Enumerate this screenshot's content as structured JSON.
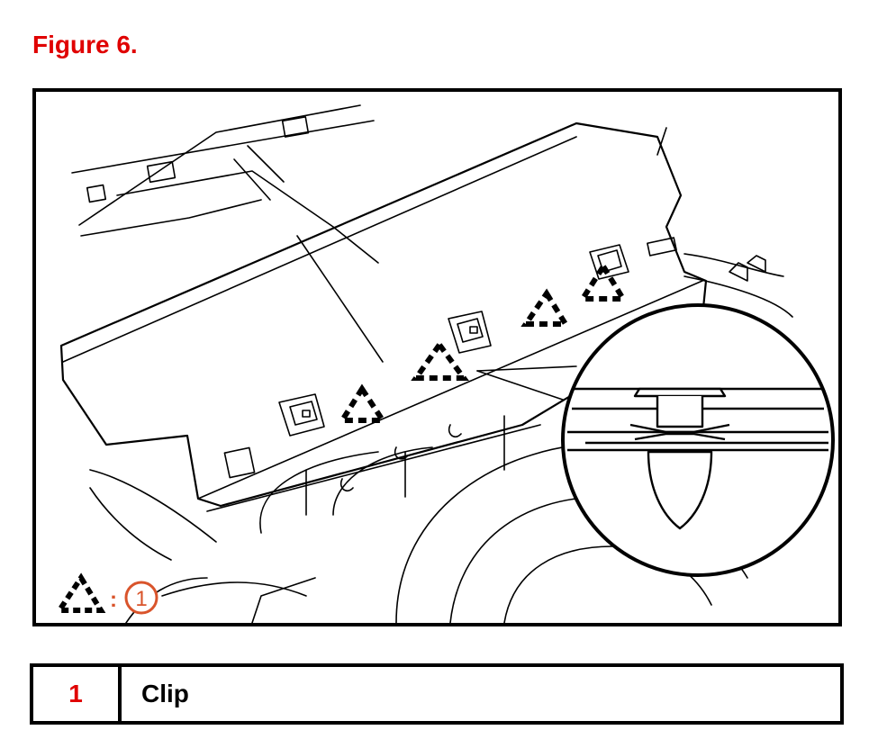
{
  "figure": {
    "title": "Figure 6."
  },
  "diagram": {
    "legend_marker_separator": ":",
    "legend_marker_number": "1"
  },
  "legend": {
    "rows": [
      {
        "number": "1",
        "label": "Clip"
      }
    ]
  },
  "colors": {
    "accent_red": "#e00000",
    "callout_orange": "#d9542b",
    "line": "#000000"
  }
}
